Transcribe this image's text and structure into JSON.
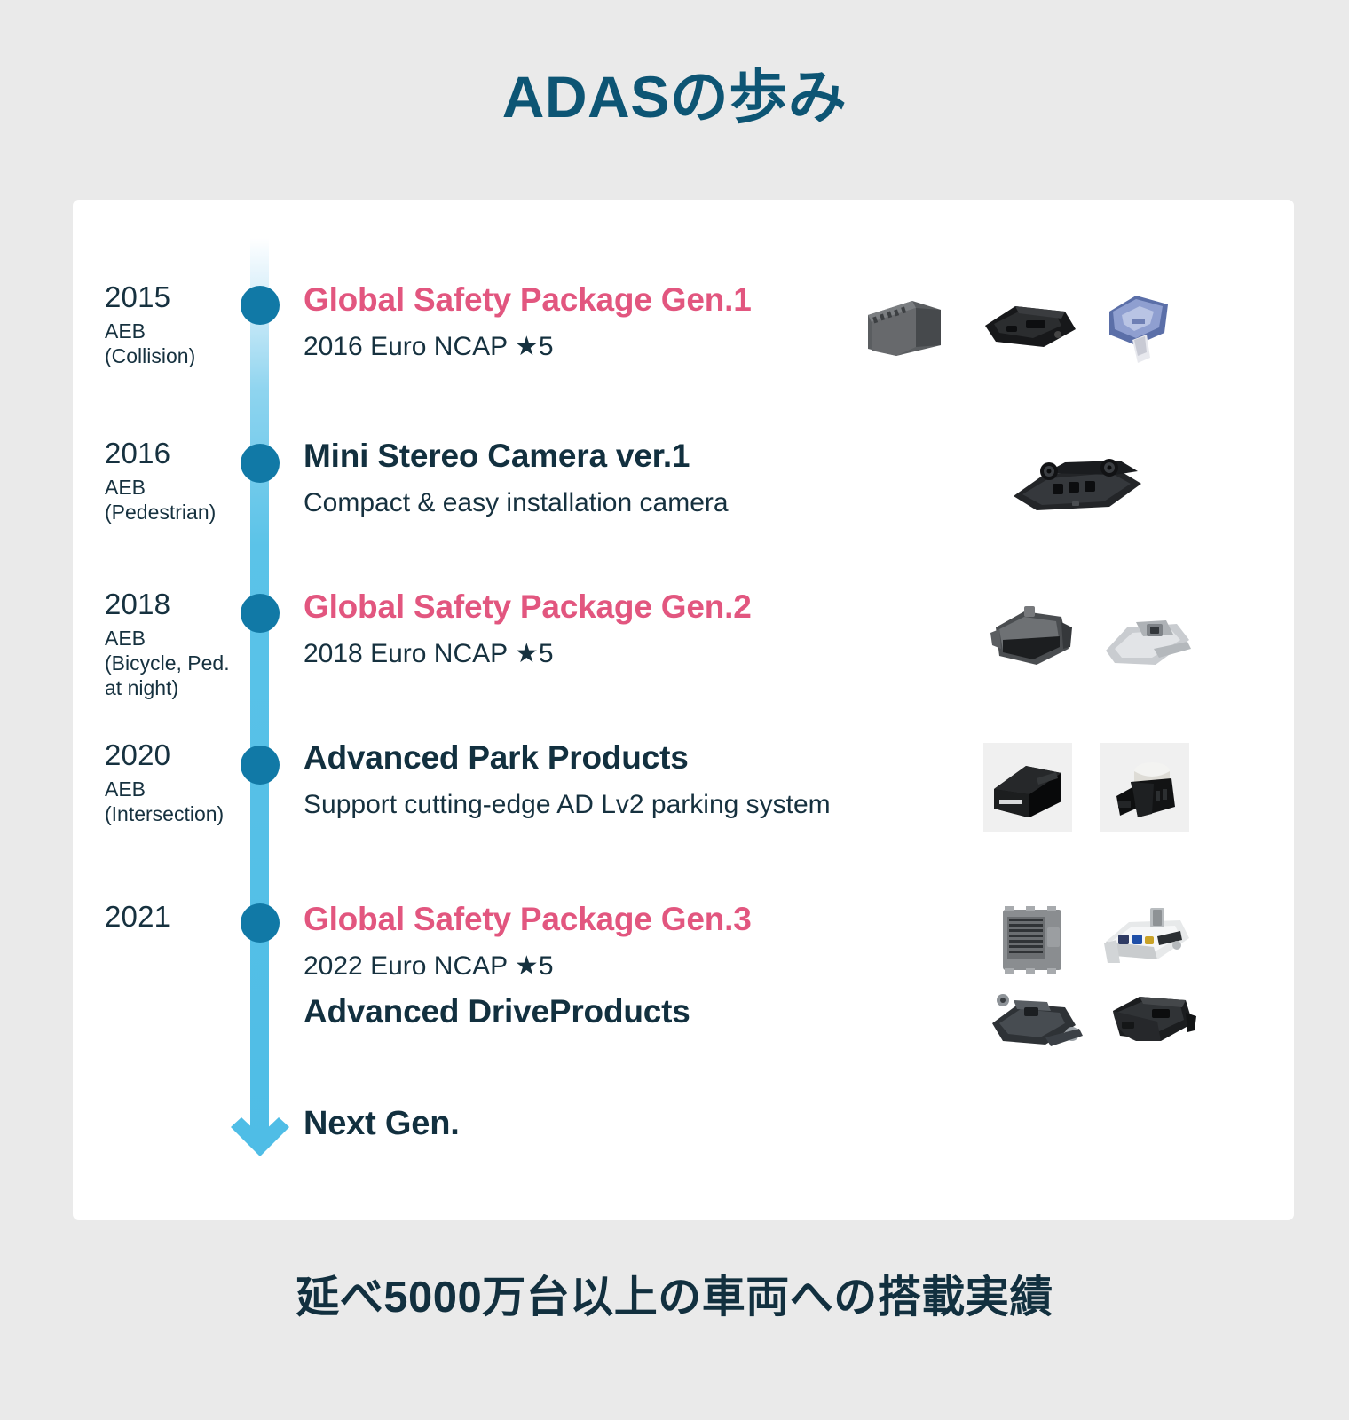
{
  "title": "ADASの歩み",
  "footer": "延べ5000万台以上の車両への搭載実績",
  "colors": {
    "background": "#eaeaea",
    "card": "#ffffff",
    "title": "#0d5574",
    "accent_pink": "#e2567f",
    "accent_navy": "#12303f",
    "timeline_line": "#4fbde6",
    "timeline_dot": "#1179a6"
  },
  "timeline": {
    "rows": [
      {
        "year": "2015",
        "sub_lines": [
          "AEB",
          "(Collision)"
        ],
        "headings": [
          {
            "text": "Global Safety Package Gen.1",
            "color": "pink"
          }
        ],
        "description": "2016 Euro NCAP ★5",
        "products": [
          "ecu-box-gray",
          "camera-module-black",
          "sensor-blue"
        ]
      },
      {
        "year": "2016",
        "sub_lines": [
          "AEB",
          "(Pedestrian)"
        ],
        "headings": [
          {
            "text": "Mini Stereo Camera ver.1",
            "color": "navy"
          }
        ],
        "description": "Compact & easy installation camera",
        "products": [
          "stereo-camera-black"
        ]
      },
      {
        "year": "2018",
        "sub_lines": [
          "AEB",
          "(Bicycle, Ped.",
          "at night)"
        ],
        "headings": [
          {
            "text": "Global Safety Package Gen.2",
            "color": "pink"
          }
        ],
        "description": "2018 Euro NCAP ★5",
        "products": [
          "radar-unit-dark",
          "camera-bracket-silver"
        ]
      },
      {
        "year": "2020",
        "sub_lines": [
          "AEB",
          "(Intersection)"
        ],
        "headings": [
          {
            "text": "Advanced Park Products",
            "color": "navy"
          }
        ],
        "description": "Support cutting-edge AD Lv2 parking system",
        "products": [
          "park-ecu-black",
          "sonar-sensor-black"
        ]
      },
      {
        "year": "2021",
        "sub_lines": [],
        "headings": [
          {
            "text": "Global Safety Package Gen.3",
            "color": "pink"
          },
          {
            "text": "Advanced DriveProducts",
            "color": "navy"
          }
        ],
        "description": "2022 Euro NCAP ★5",
        "products": [
          "finned-ecu-gray",
          "white-camera-unit",
          "bracket-assembly-dark",
          "black-camera-unit"
        ]
      }
    ],
    "end_label": "Next Gen."
  }
}
